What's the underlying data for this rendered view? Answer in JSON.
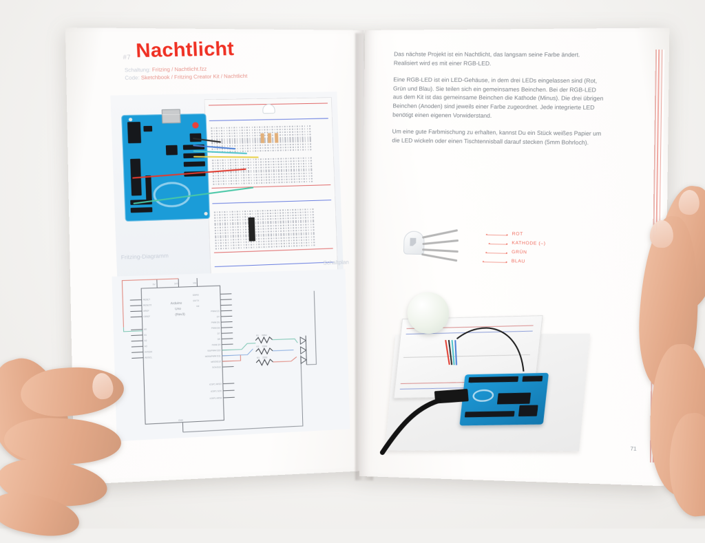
{
  "scene": {
    "description": "Open German Arduino book held by two hands on a white desk",
    "background_color": "#f2f1ef",
    "book_paper_color": "#fdfcfb",
    "binding_accent_color": "#e8281c"
  },
  "left_page": {
    "chapter_marker": "#7",
    "title": "Nachtlicht",
    "title_color": "#ef3124",
    "meta": [
      {
        "key": "Schaltung:",
        "value": "Fritzing / Nachtlicht.fzz"
      },
      {
        "key": "Code:",
        "value": "Sketchbook / Fritzing Creator Kit / Nachtlicht"
      }
    ],
    "figures": [
      {
        "caption": "Fritzing-Diagramm",
        "kind": "breadboard-wiring-diagram"
      },
      {
        "caption": "Schaltplan",
        "kind": "circuit-schematic"
      }
    ],
    "schematic": {
      "component_label": [
        "Arduino",
        "Uno",
        "(Rev3)"
      ],
      "resistors": [
        "R1 220Ω",
        "R2 220Ω",
        "R3 220Ω"
      ],
      "left_pins": [
        "RESET",
        "RESET2",
        "AREF",
        "IOREF",
        "A0",
        "A1",
        "A2",
        "A3",
        "A4/SDA",
        "A5/SCL"
      ],
      "top_pins": [
        "5V",
        "3V3",
        "VIN"
      ],
      "right_pins": [
        "D0/RX",
        "D1/TX",
        "D2",
        "PWM D3",
        "D4",
        "PWM D5",
        "PWM D6",
        "D7",
        "D8",
        "PWM D9",
        "SS/PWM D10",
        "MOSI/PWM D11",
        "MISO/D12",
        "SCK/D13",
        "ICSP1 MISO",
        "ICSP1 SCK",
        "ICSP1 MOSI"
      ],
      "bottom_pin": "GND"
    }
  },
  "right_page": {
    "paragraphs": [
      "Das nächste Projekt ist ein Nachtlicht, das langsam seine Farbe ändert. Realisiert wird es mit einer RGB-LED.",
      "Eine RGB-LED ist ein LED-Gehäuse, in dem drei LEDs eingelassen sind (Rot, Grün und Blau). Sie teilen sich ein gemeinsames Beinchen. Bei der RGB-LED aus dem Kit ist das gemeinsame Beinchen die Kathode (Minus). Die drei übrigen Beinchen (Anoden) sind jeweils einer Farbe zugeordnet. Jede integrierte LED benötigt einen eigenen Vorwiderstand.",
      "Um eine gute Farbmischung zu erhalten, kannst Du ein Stück weißes Papier um die LED wickeln oder einen Tischtennisball darauf stecken (5mm Bohrloch)."
    ],
    "led_figure": {
      "labels": [
        "ROT",
        "KATHODE (–)",
        "GRÜN",
        "BLAU"
      ],
      "label_color": "#ef6a5c"
    },
    "photo_caption": "",
    "photo_subjects": [
      "ping-pong ball diffuser",
      "breadboard",
      "Arduino Uno",
      "USB cable"
    ],
    "page_number": "71"
  },
  "icons": {
    "led_icon": "rgb-led-icon",
    "board_icon": "arduino-board-icon",
    "breadboard_icon": "breadboard-icon"
  }
}
